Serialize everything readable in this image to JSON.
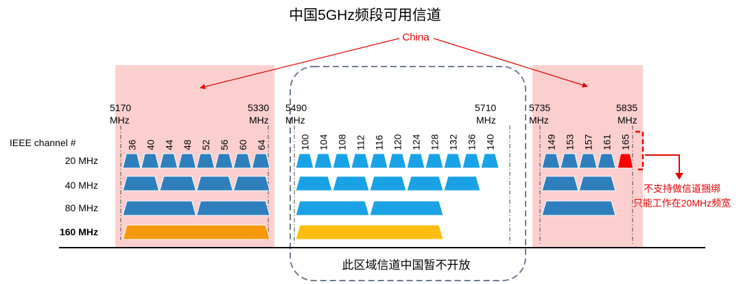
{
  "title": "中国5GHz频段可用信道",
  "china_label": "China",
  "row_header": "IEEE channel #",
  "row_labels": [
    "20 MHz",
    "40 MHz",
    "80 MHz",
    "160 MHz"
  ],
  "freq_labels": [
    {
      "value": "5170",
      "unit": "MHz"
    },
    {
      "value": "5330",
      "unit": "MHz"
    },
    {
      "value": "5490",
      "unit": "MHz"
    },
    {
      "value": "5710",
      "unit": "MHz"
    },
    {
      "value": "5735",
      "unit": "MHz"
    },
    {
      "value": "5835",
      "unit": "MHz"
    }
  ],
  "channel_groups": [
    {
      "name": "unii-1-2",
      "channels": [
        "36",
        "40",
        "44",
        "48",
        "52",
        "56",
        "60",
        "64"
      ],
      "w20": 8,
      "w40": 4,
      "w80": 2,
      "w160": 1,
      "color20": "#2f7fbd",
      "color160": "#f59a0e"
    },
    {
      "name": "unii-2e",
      "channels": [
        "100",
        "104",
        "108",
        "112",
        "116",
        "120",
        "124",
        "128",
        "132",
        "136",
        "140"
      ],
      "w20": 11,
      "w40": 5,
      "w80": 2,
      "w160": 1,
      "color20": "#1aa2e6",
      "color160": "#fdbd10"
    },
    {
      "name": "unii-3",
      "channels": [
        "149",
        "153",
        "157",
        "161",
        "165"
      ],
      "w20": 4,
      "w40": 2,
      "w80": 1,
      "w160": 0,
      "color20": "#2f7fbd",
      "color160": ""
    }
  ],
  "highlight_channel": {
    "channel": "165",
    "color": "#ff0000"
  },
  "notes": {
    "closed_region": "此区域信道中国暂不开放",
    "no_bonding_line1": "不支持做信道捆绑",
    "no_bonding_line2": "只能工作在20MHz频宽"
  },
  "colors": {
    "china_band": "#fccfcf",
    "accent_red": "#e60000",
    "dashed_border": "#6b7a90",
    "text": "#000000"
  }
}
